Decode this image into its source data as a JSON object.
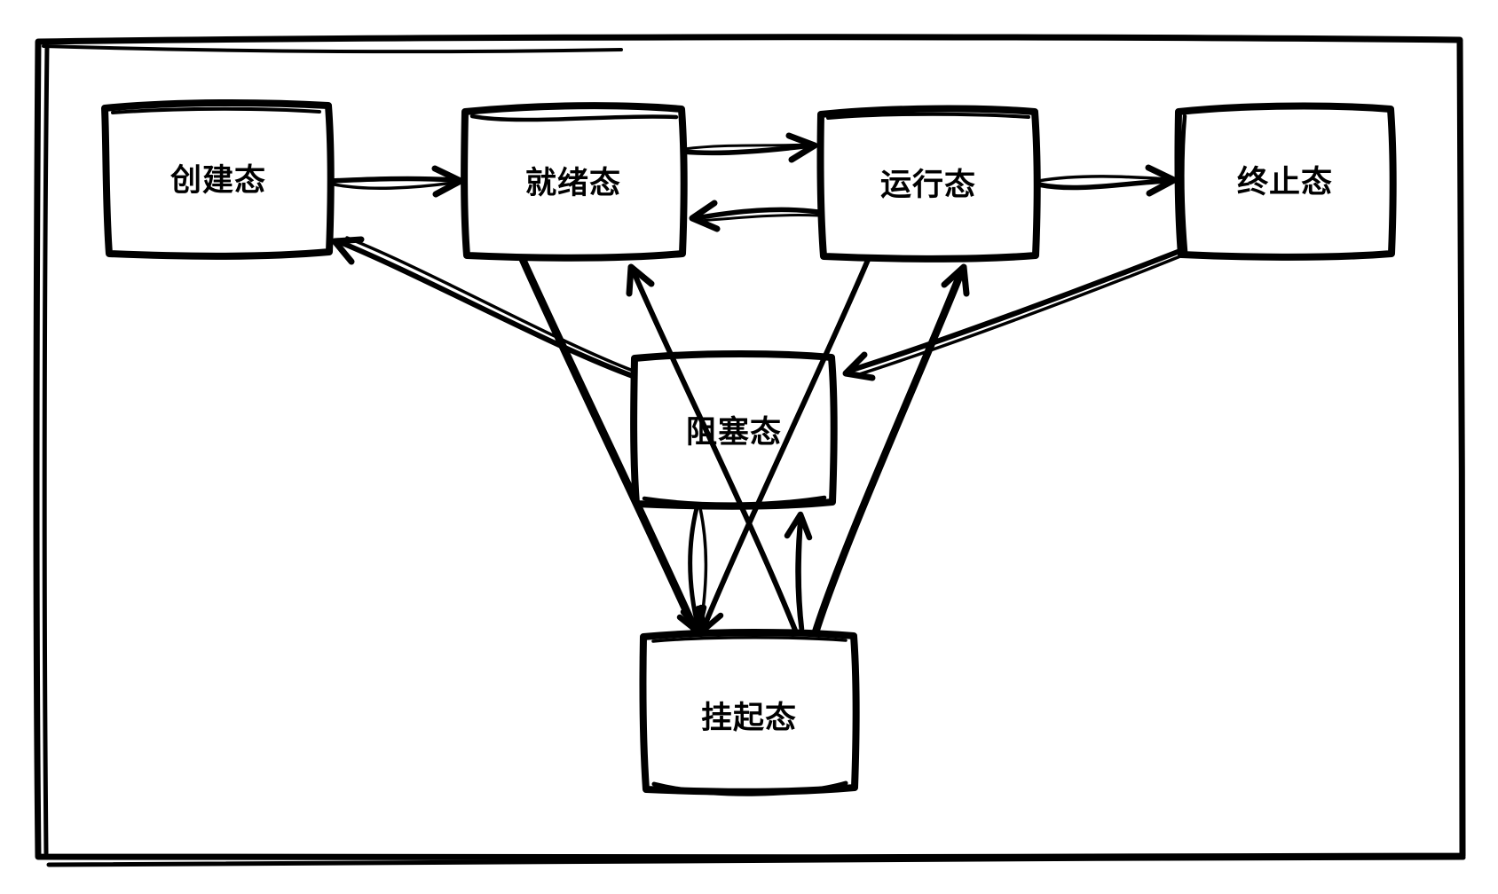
{
  "diagram": {
    "type": "state-transition-diagram",
    "nodes": [
      {
        "id": "created",
        "label": "创建态"
      },
      {
        "id": "ready",
        "label": "就绪态"
      },
      {
        "id": "running",
        "label": "运行态"
      },
      {
        "id": "terminated",
        "label": "终止态"
      },
      {
        "id": "blocked",
        "label": "阻塞态"
      },
      {
        "id": "suspended",
        "label": "挂起态"
      }
    ],
    "edges": [
      {
        "from": "created",
        "to": "ready"
      },
      {
        "from": "ready",
        "to": "running"
      },
      {
        "from": "running",
        "to": "ready"
      },
      {
        "from": "running",
        "to": "terminated"
      },
      {
        "from": "blocked",
        "to": "created"
      },
      {
        "from": "suspended",
        "to": "ready"
      },
      {
        "from": "terminated",
        "to": "blocked"
      },
      {
        "from": "suspended",
        "to": "running"
      },
      {
        "from": "running",
        "to": "suspended"
      },
      {
        "from": "ready",
        "to": "suspended"
      },
      {
        "from": "blocked",
        "to": "suspended"
      },
      {
        "from": "suspended",
        "to": "blocked"
      }
    ],
    "colors": {
      "stroke": "#000000",
      "background": "#ffffff",
      "box_fill": "#ffffff"
    }
  }
}
